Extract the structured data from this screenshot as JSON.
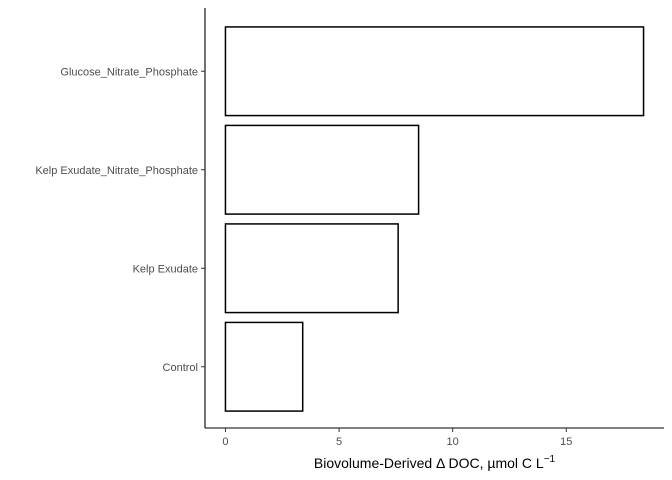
{
  "chart_data": {
    "type": "bar",
    "orientation": "horizontal",
    "categories": [
      "Control",
      "Kelp Exudate",
      "Kelp Exudate_Nitrate_Phosphate",
      "Glucose_Nitrate_Phosphate"
    ],
    "values": [
      3.4,
      7.6,
      8.5,
      18.4
    ],
    "xlabel": "Biovolume-Derived Δ DOC, µmol C L",
    "xlabel_superscript": "−1",
    "ylabel": "",
    "xlim": [
      -0.9,
      19.3
    ],
    "xticks": [
      0,
      5,
      10,
      15
    ],
    "grid": false,
    "legend": "none",
    "bar_fill": "#ffffff",
    "bar_stroke": "#000000"
  }
}
